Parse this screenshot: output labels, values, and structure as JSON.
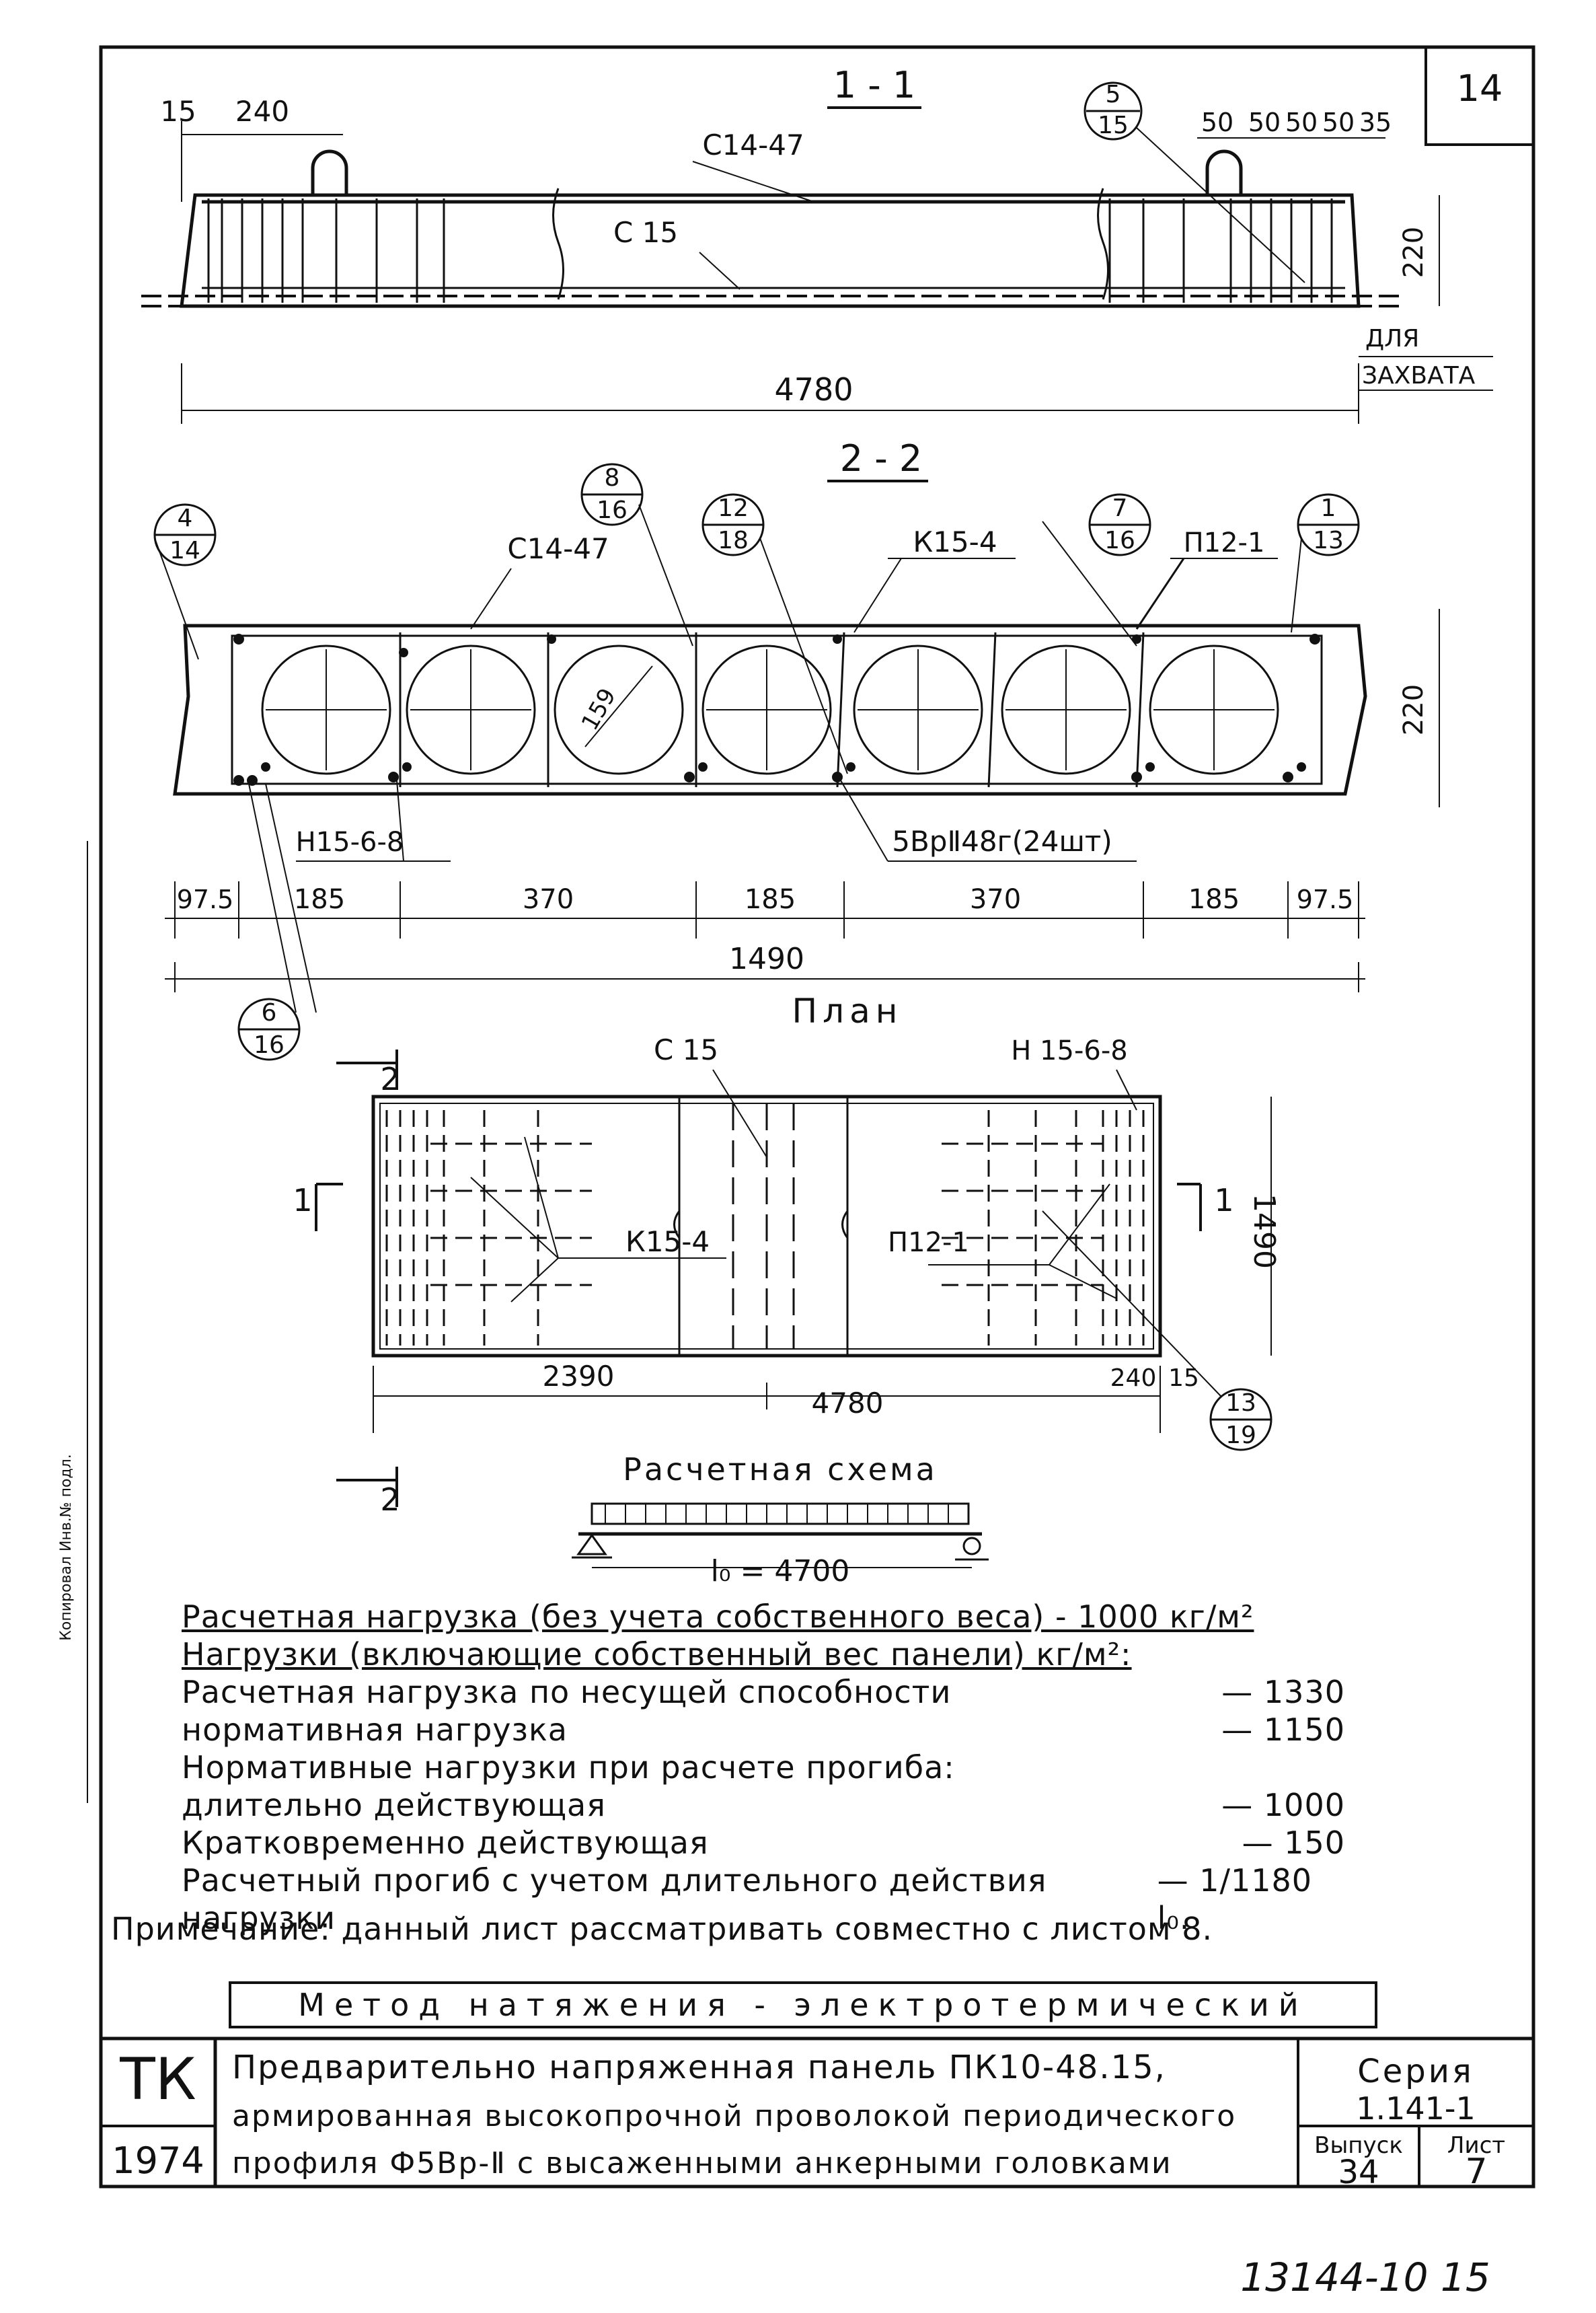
{
  "sheet": {
    "sheet_corner_number": "14",
    "bottom_stamp": "13144-10 15",
    "side_margin_text": "Копировал  Инв.№ подл."
  },
  "section_1_1": {
    "title": "1 - 1",
    "dims": [
      "15",
      "240",
      "50",
      "50",
      "50",
      "50",
      "35",
      "220",
      "4780"
    ],
    "labels": [
      "С14-47",
      "С 15",
      "ДЛЯ",
      "ЗАХВАТА"
    ],
    "callout": {
      "top": "5",
      "bottom": "15"
    }
  },
  "section_2_2": {
    "title": "2 - 2",
    "labels": [
      "С14-47",
      "К15-4",
      "П12-1",
      "Н15-6-8",
      "5ВрⅡ48г(24шт)"
    ],
    "callouts": [
      {
        "top": "4",
        "bottom": "14"
      },
      {
        "top": "8",
        "bottom": "16"
      },
      {
        "top": "12",
        "bottom": "18"
      },
      {
        "top": "7",
        "bottom": "16"
      },
      {
        "top": "1",
        "bottom": "13"
      },
      {
        "top": "6",
        "bottom": "16"
      }
    ],
    "void_dim": "159",
    "height_dim": "220",
    "bottom_dims": [
      "97.5",
      "185",
      "370",
      "185",
      "370",
      "185",
      "97.5"
    ],
    "total_width": "1490"
  },
  "plan": {
    "title": "План",
    "labels": [
      "С 15",
      "Н 15-6-8",
      "К15-4",
      "П12-1"
    ],
    "section_marks": [
      "2",
      "1",
      "1",
      "2"
    ],
    "dims": [
      "2390",
      "4780",
      "240",
      "15",
      "1490"
    ],
    "callout": {
      "top": "13",
      "bottom": "19"
    }
  },
  "scheme": {
    "title": "Расчетная   схема",
    "span": "l₀ = 4700"
  },
  "loads": {
    "design_load": "Расчетная нагрузка (без учета собственного веса) - 1000 кг/м²",
    "header": "Нагрузки (включающие собственный вес панели) кг/м²:",
    "rows": [
      {
        "label": "Расчетная нагрузка по несущей способности",
        "value": "— 1330"
      },
      {
        "label": "нормативная   нагрузка",
        "value": "— 1150"
      },
      {
        "label": "Нормативные нагрузки при расчете прогиба:",
        "value": ""
      },
      {
        "label": "длительно  действующая",
        "value": "— 1000"
      },
      {
        "label": "Кратковременно  действующая",
        "value": "— 150"
      },
      {
        "label": "Расчетный прогиб с учетом длительного действия нагрузки",
        "value": "— 1/1180 l₀."
      }
    ]
  },
  "note": "Примечание: данный лист рассматривать совместно с листом 8.",
  "method": "Метод  натяжения  -  электротермический",
  "title_block": {
    "org": "ТК",
    "year": "1974",
    "title_line1": "Предварительно напряженная панель ПК10-48.15,",
    "title_line2": "армированная высокопрочной проволокой периодического",
    "title_line3": "профиля Ф5Вр-Ⅱ с высаженными анкерными головками",
    "series_label": "Серия",
    "series_value": "1.141-1",
    "issue_label": "Выпуск",
    "issue_value": "34",
    "sheet_label": "Лист",
    "sheet_value": "7"
  }
}
